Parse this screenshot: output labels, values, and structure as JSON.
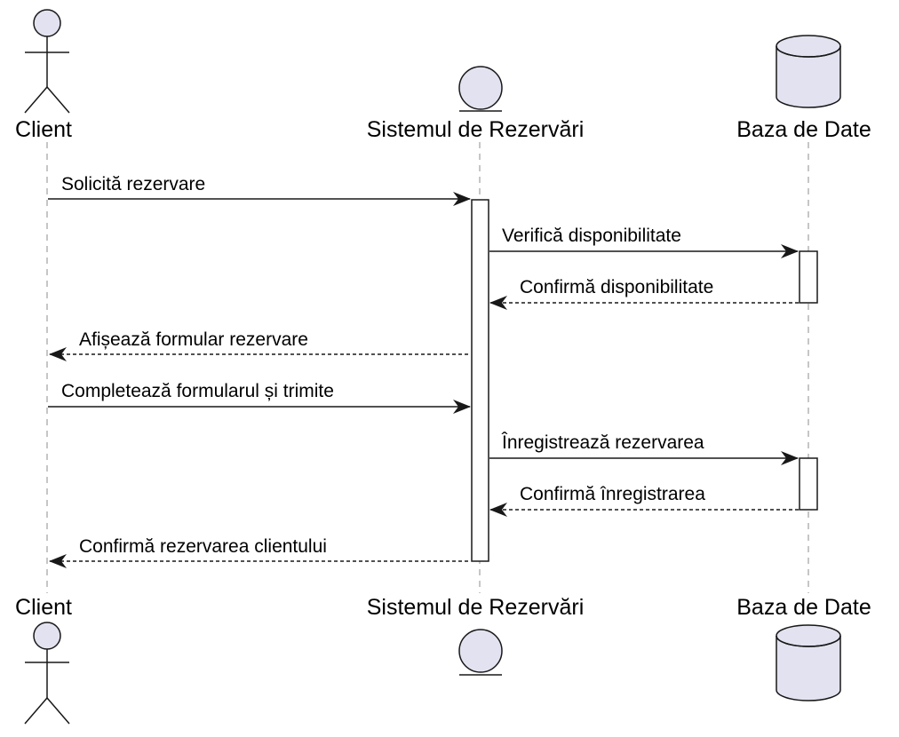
{
  "participants": {
    "client": {
      "name": "Client",
      "kind": "actor"
    },
    "system": {
      "name": "Sistemul de Rezervări",
      "kind": "entity"
    },
    "db": {
      "name": "Baza de Date",
      "kind": "database"
    }
  },
  "messages": [
    {
      "from": "client",
      "to": "system",
      "label": "Solicită rezervare",
      "style": "solid"
    },
    {
      "from": "system",
      "to": "db",
      "label": "Verifică disponibilitate",
      "style": "solid"
    },
    {
      "from": "db",
      "to": "system",
      "label": "Confirmă disponibilitate",
      "style": "dashed"
    },
    {
      "from": "system",
      "to": "client",
      "label": "Afișează formular rezervare",
      "style": "dashed"
    },
    {
      "from": "client",
      "to": "system",
      "label": "Completează formularul și trimite",
      "style": "solid"
    },
    {
      "from": "system",
      "to": "db",
      "label": "Înregistrează rezervarea",
      "style": "solid"
    },
    {
      "from": "db",
      "to": "system",
      "label": "Confirmă înregistrarea",
      "style": "dashed"
    },
    {
      "from": "system",
      "to": "client",
      "label": "Confirmă rezervarea clientului",
      "style": "dashed"
    }
  ],
  "colors": {
    "participant_fill": "#E2E2F0",
    "line": "#181818",
    "lifeline": "#A0A0A0",
    "activation_fill": "#FFFFFF"
  }
}
